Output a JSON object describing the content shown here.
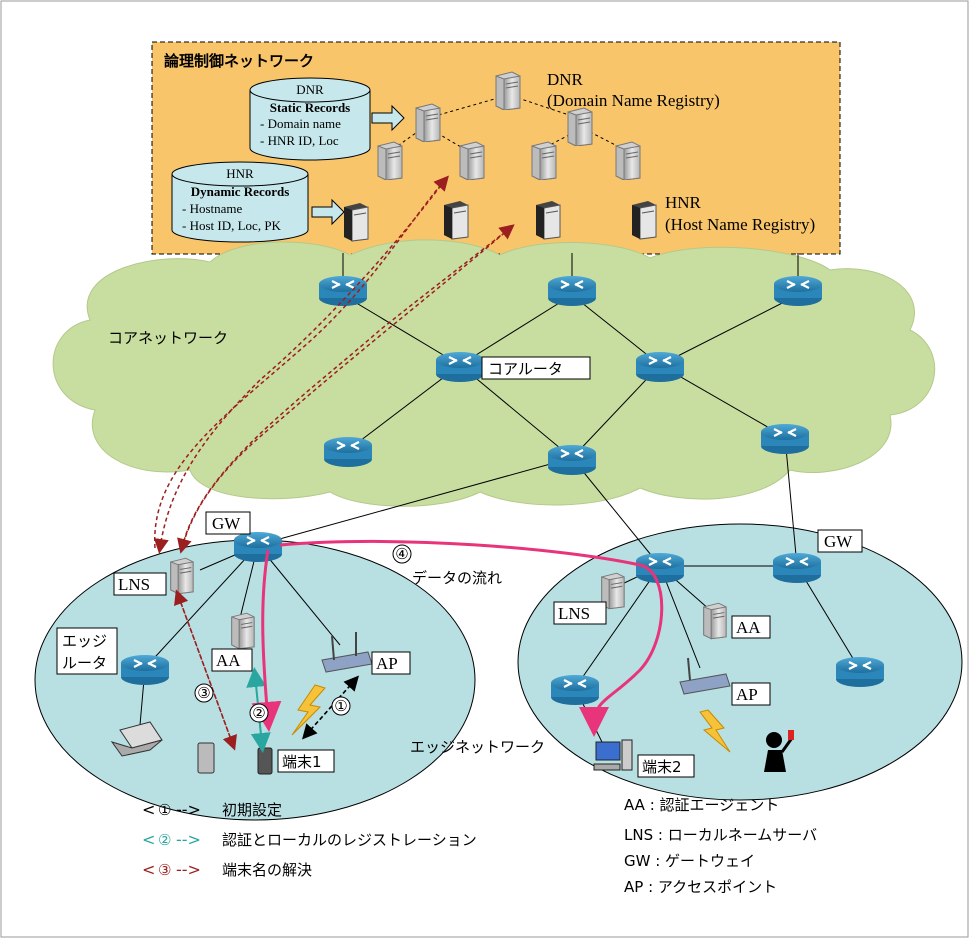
{
  "logical_control": {
    "title": "論理制御ネットワーク",
    "dnr_label": "DNR",
    "dnr_desc_1": "DNR",
    "dnr_desc_2": "(Domain Name Registry)",
    "dnr_db": {
      "title": "DNR",
      "heading": "Static Records",
      "line1": "- Domain name",
      "line2": "- HNR ID, Loc"
    },
    "hnr_db": {
      "title": "HNR",
      "heading": "Dynamic Records",
      "line1": "- Hostname",
      "line2": "- Host ID, Loc, PK"
    },
    "hnr_desc_1": "HNR",
    "hnr_desc_2": "(Host Name Registry)"
  },
  "core": {
    "title": "コアネットワーク",
    "router_label": "コアルータ"
  },
  "edge": {
    "title": "エッジネットワーク"
  },
  "left_edge": {
    "gw": "GW",
    "lns": "LNS",
    "edge_router_1": "エッジ",
    "edge_router_2": "ルータ",
    "aa": "AA",
    "ap": "AP",
    "terminal": "端末1"
  },
  "right_edge": {
    "gw": "GW",
    "lns": "LNS",
    "aa": "AA",
    "ap": "AP",
    "terminal": "端末2"
  },
  "steps": {
    "s1": "①",
    "s2": "②",
    "s3": "③",
    "s4": "④",
    "flow": "データの流れ"
  },
  "legend": [
    {
      "label": "初期設定",
      "num": "①",
      "color": "#000000"
    },
    {
      "label": "認証とローカルのレジストレーション",
      "num": "②",
      "color": "#2aa6a0"
    },
    {
      "label": "端末名の解決",
      "num": "③",
      "color": "#9b1f1f"
    }
  ],
  "abbreviations": [
    "AA : 認証エージェント",
    "LNS : ローカルネームサーバ",
    "GW : ゲートウェイ",
    "AP : アクセスポイント"
  ],
  "colors": {
    "logical_bg": "#f9c56b",
    "cloud": "#c8dea0",
    "edge_bg": "#b8dfe2",
    "data_flow": "#e8347a"
  }
}
